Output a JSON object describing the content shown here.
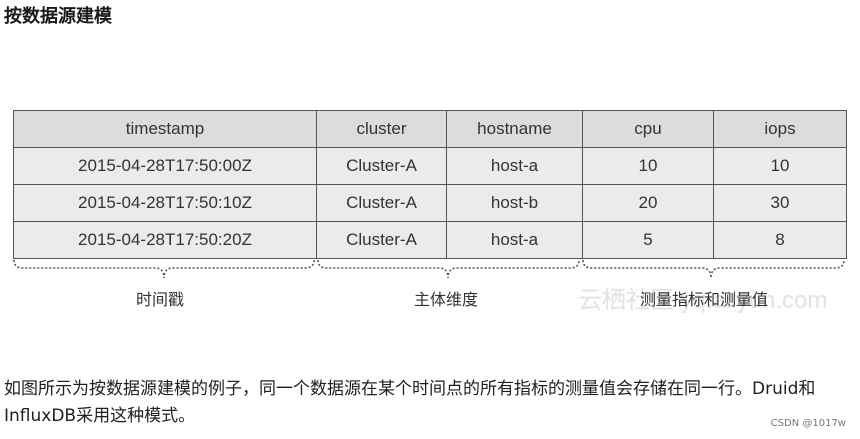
{
  "heading": "按数据源建模",
  "table": {
    "columns": [
      "timestamp",
      "cluster",
      "hostname",
      "cpu",
      "iops"
    ],
    "rows": [
      [
        "2015-04-28T17:50:00Z",
        "Cluster-A",
        "host-a",
        "10",
        "10"
      ],
      [
        "2015-04-28T17:50:10Z",
        "Cluster-A",
        "host-b",
        "20",
        "30"
      ],
      [
        "2015-04-28T17:50:20Z",
        "Cluster-A",
        "host-a",
        "5",
        "8"
      ]
    ]
  },
  "groups": {
    "timestamp": "时间戳",
    "dimensions": "主体维度",
    "metrics": "测量指标和测量值"
  },
  "watermark": "云栖社区 yq.aliyun.com",
  "caption": "如图所示为按数据源建模的例子，同一个数据源在某个时间点的所有指标的测量值会存储在同一行。Druid和InfluxDB采用这种模式。",
  "credit": "CSDN @1017w"
}
